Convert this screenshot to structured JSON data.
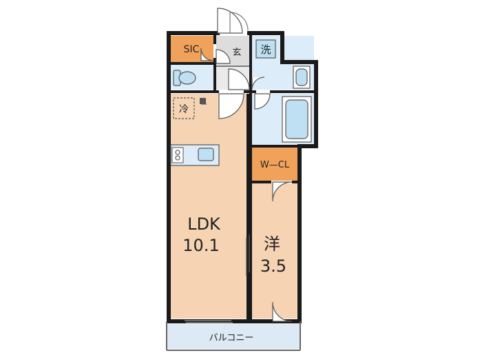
{
  "rooms": {
    "sic": "SIC",
    "entrance": "玄",
    "washer": "洗",
    "fridge": "冷",
    "ldk_name": "LDK",
    "ldk_size": "10.1",
    "wcl": "W—CL",
    "western_name": "洋",
    "western_size": "3.5",
    "balcony": "バルコニー"
  },
  "colors": {
    "wall": "#1a1a1a",
    "floor_wood": "#f5d3b3",
    "storage_orange": "#f0a25a",
    "wet_area_blue": "#dcecf8",
    "fixture_blue": "#bfe0f2",
    "entrance_gray": "#dddddd",
    "balcony_blue": "#dde9f4",
    "line": "#555555"
  }
}
